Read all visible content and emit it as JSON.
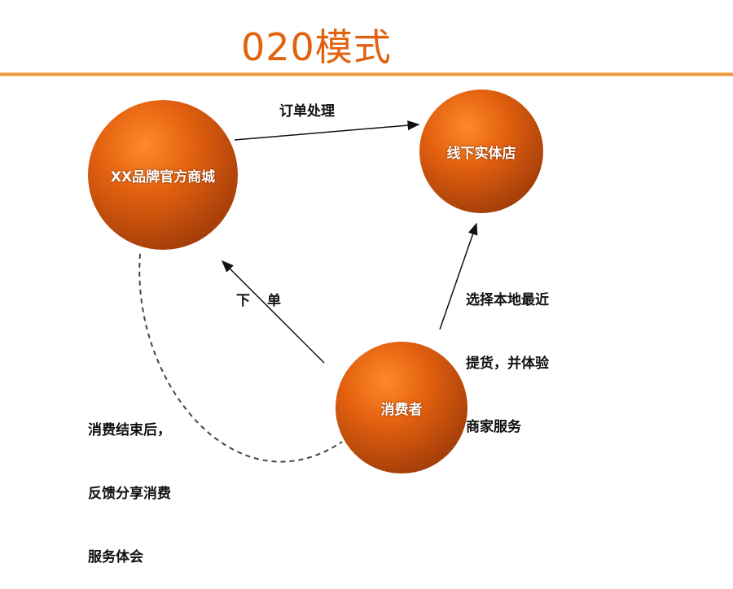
{
  "title": "020模式",
  "nodes": {
    "mall": "XX品牌官方商城",
    "store": "线下实体店",
    "consumer": "消费者"
  },
  "edges": {
    "order_processing": "订单处理",
    "place_order_1": "下",
    "place_order_2": "单",
    "pickup": [
      "选择本地最近",
      "提货，并体验",
      "商家服务"
    ],
    "feedback": [
      "消费结束后，",
      "反馈分享消费",
      "服务体会"
    ]
  },
  "colors": {
    "accent": "#e0620e",
    "node": "#c9500c"
  }
}
